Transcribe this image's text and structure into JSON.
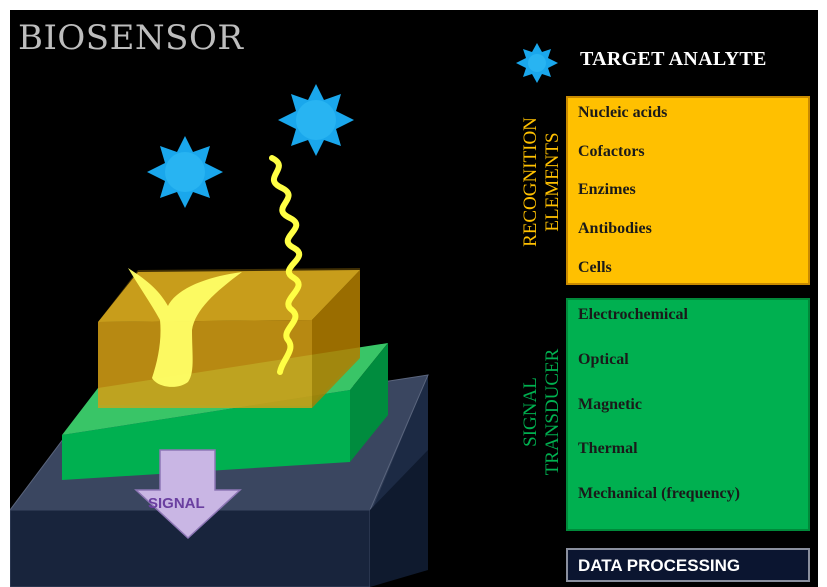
{
  "title": "BIOSENSOR",
  "legend": {
    "icon": "star-burst-analyte-icon",
    "label": "TARGET ANALYTE"
  },
  "recognition": {
    "heading": [
      "RECOGNITION",
      "ELEMENTS"
    ],
    "color": "#ffc000",
    "items": [
      "Nucleic acids",
      "Cofactors",
      "Enzimes",
      "Antibodies",
      "Cells"
    ]
  },
  "transducer": {
    "heading": [
      "SIGNAL",
      "TRANSDUCER"
    ],
    "color": "#00b050",
    "items": [
      "Electrochemical",
      "Optical",
      "Magnetic",
      "Thermal",
      "Mechanical (frequency)"
    ]
  },
  "processing": {
    "label": "DATA PROCESSING",
    "color": "#0b1530"
  },
  "arrow_label": "SIGNAL",
  "colors": {
    "analyte": "#1aa7ec",
    "recognition_layer": "#ffc000",
    "transducer_layer": "#00b050",
    "base_layer": "#1c2a44",
    "bioreceptor": "#ffff66",
    "arrow": "#c9b6e4"
  }
}
